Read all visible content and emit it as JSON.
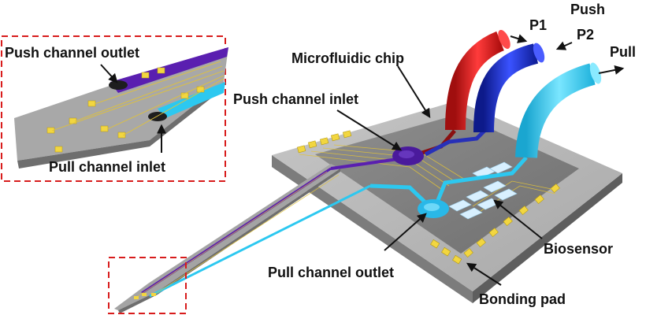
{
  "labels": {
    "push_channel_outlet": "Push channel outlet",
    "pull_channel_inlet": "Pull channel inlet",
    "microfluidic_chip": "Microfluidic chip",
    "push_channel_inlet": "Push channel inlet",
    "pull_channel_outlet": "Pull channel outlet",
    "biosensor": "Biosensor",
    "bonding_pad": "Bonding pad",
    "p1": "P1",
    "p2": "P2",
    "push": "Push",
    "pull": "Pull"
  },
  "colors": {
    "chip_body": "#9a9a9a",
    "chip_top": "#b8b8b8",
    "push_channel": "#5a1fb0",
    "pull_channel": "#2cc8f0",
    "tube_p1": "#e01818",
    "tube_p2": "#1a2fd0",
    "tube_pull": "#3fd0f5",
    "pad": "#f2d640",
    "biosensor": "#d8f0ff",
    "dashed_box": "#d81c1c"
  }
}
